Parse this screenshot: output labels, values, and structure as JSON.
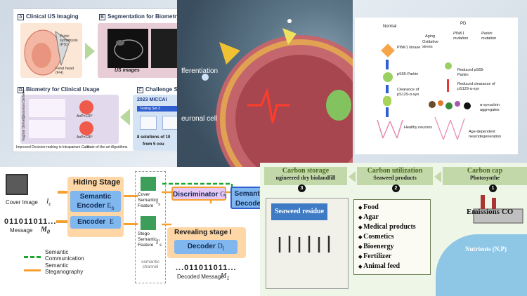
{
  "us_panel": {
    "a_tag": "A",
    "a_title": "Clinical US Imaging",
    "b_tag": "B",
    "b_title": "Segmentation for Biometry",
    "c_tag": "C",
    "c_title": "Challenge Setti",
    "d_tag": "D",
    "d_title": "Biometry for Clinical Usage",
    "ps_label": "Pubic symphysis (PS)",
    "fh_label": "Fetal head (FH)",
    "us_images": "US images",
    "miccai": "2023 MICCAI",
    "testing": "Testing Set 3",
    "cesarean": "Cesarean Delivery",
    "vaginal": "Vaginal Delivery",
    "aop1": "AoP=120°",
    "aop2": "AoP=126°",
    "improved": "Improved Decision-making in Intrapartum Care",
    "sota": "State-of-the-art Algorithms",
    "solutions": "8 solutions of 10",
    "from": "from 5 cou"
  },
  "cell_panel": {
    "differentiation": "fferentiation",
    "neuronal": "euronal cell"
  },
  "pd_panel": {
    "normal": "Normal",
    "pd": "PD",
    "pink1_kinase": "PINK1 kinase",
    "ps65": "pS65-Parkin",
    "clearance": "Clearance of pS129-α-syn",
    "healthy": "Healthy neurons",
    "aging": "Aging",
    "oxidative": "Oxidative stress",
    "pink1_mut": "PINK1 mutation",
    "parkin_mut": "Parkin mutation",
    "reduced_ps65": "Reduced pS65-Parkin",
    "reduced_clear": "Reduced clearance of pS129-α-syn",
    "synuclein": "α-synuclein aggregates",
    "age_dep": "Age-dependent neurodegeneration"
  },
  "steg_panel": {
    "cover_image": "Cover Image",
    "ic": "I",
    "ic_sub": "c",
    "message_bits": "011011011...",
    "message": "Message",
    "m0": "M",
    "m0_sub": "0",
    "hiding_stage": "Hiding Stage",
    "semantic_encoder": "Semantic Encoder",
    "es": "E",
    "es_sub": "s",
    "encoder": "Encoder",
    "e": "E",
    "cover_feature": "Cover Semantic Feature",
    "is": "I",
    "is_sub": "s",
    "stego_feature": "Stego Semantic Feature",
    "is2": "I′",
    "is2_sub": "s",
    "semantic_channel": "semantic channel",
    "discriminator": "Discriminator",
    "g": "G",
    "g_sub": "I",
    "semantic_decoder": "Semanti Decode",
    "revealing": "Revealing stage I",
    "decoder": "Decoder",
    "d": "D",
    "d_sub": "I",
    "decoded_bits": "...011011011...",
    "decoded": "Decoded Message",
    "m1": "M",
    "m1_sub": "1",
    "legend_comm": "Semantic Communication",
    "legend_steg": "Semantic Steganography",
    "green": "#19a82b",
    "orange": "#f7a032"
  },
  "sea_panel": {
    "h3": "Carbon  storage",
    "h3_sub": "ngineered dry biolandfill",
    "h2": "Carbon utilization",
    "h2_sub": "Seaweed products",
    "h1": "Carbon cap",
    "h1_sub": "Photosynthe",
    "n3": "3",
    "n2": "2",
    "n1": "1",
    "residue": "Seaweed residue",
    "products": [
      "Food",
      "Agar",
      "Medical products",
      "Cosmetics",
      "Bioenergy",
      "Fertilizer",
      "Animal feed"
    ],
    "emissions": "Emissions CO",
    "nutrients": "Nutrients (N,P)"
  }
}
